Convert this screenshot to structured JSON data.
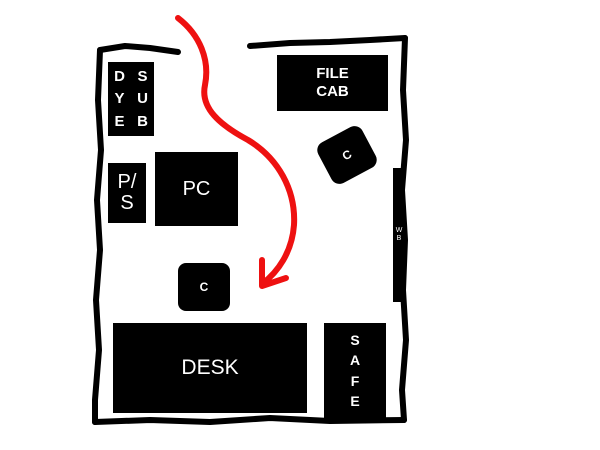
{
  "plan": {
    "items": {
      "dye_sub": {
        "left_letters": [
          "D",
          "Y",
          "E"
        ],
        "right_letters": [
          "S",
          "U",
          "B"
        ]
      },
      "power_supply": {
        "line1": "P/",
        "line2": "S"
      },
      "pc": {
        "label": "PC"
      },
      "file_cab": {
        "line1": "FILE",
        "line2": "CAB"
      },
      "chair_top": {
        "label": "C"
      },
      "chair_mid": {
        "label": "C"
      },
      "desk": {
        "label": "DESK"
      },
      "safe": {
        "letters": [
          "S",
          "A",
          "F",
          "E"
        ]
      },
      "wb": {
        "line1": "W",
        "line2": "B"
      }
    },
    "colors": {
      "walls": "#000000",
      "items": "#000000",
      "item_text": "#ffffff",
      "path_arrow": "#ee1111",
      "background": "#ffffff"
    }
  }
}
